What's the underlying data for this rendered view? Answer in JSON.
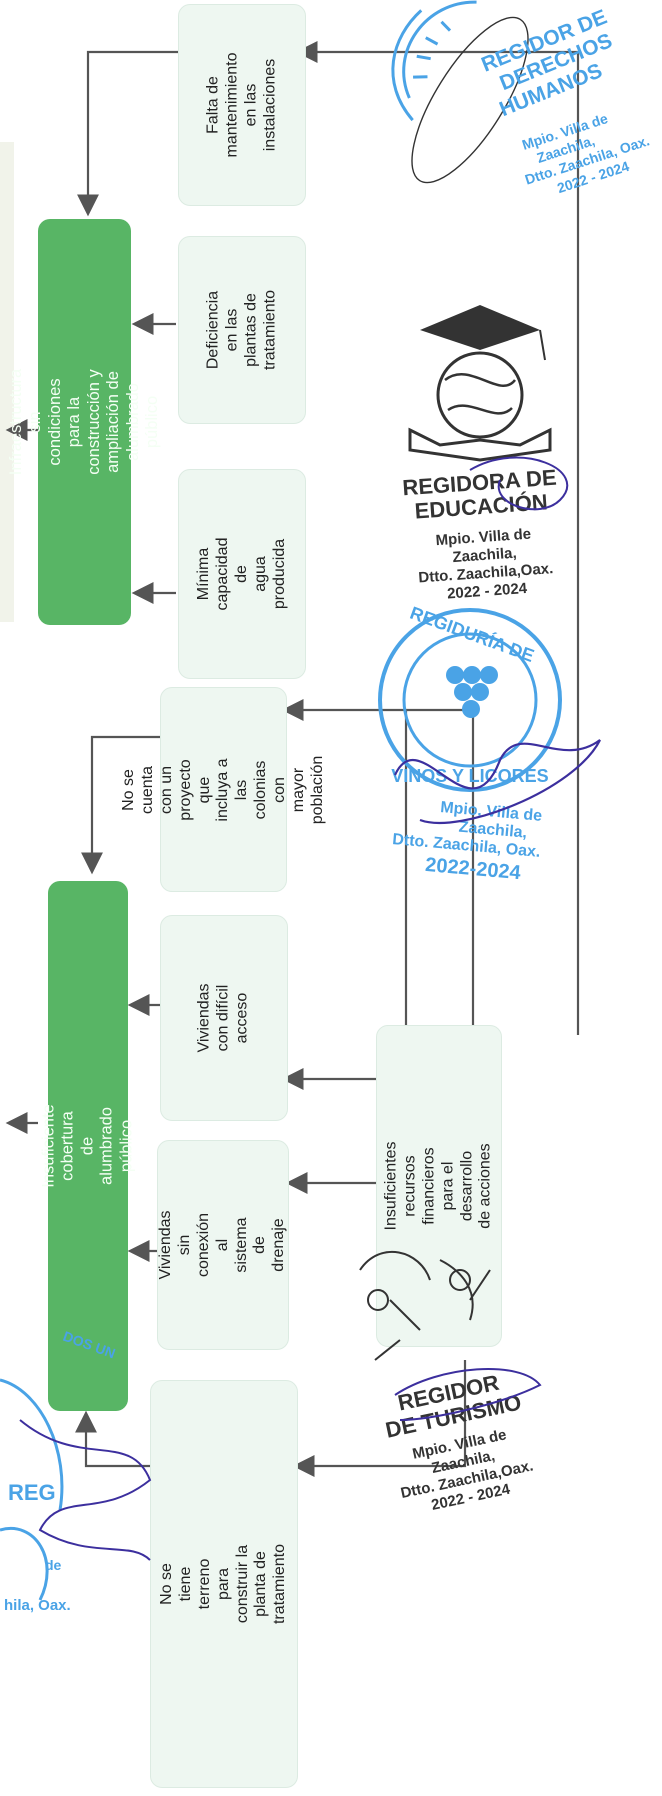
{
  "diagram": {
    "problems": [
      {
        "id": "green-top",
        "text": "Infraestructura sin condiciones para la\nconstrucción y ampliación de alumbrado público"
      },
      {
        "id": "green-bottom",
        "text": "Insuficiente cobertura de alumbrado público"
      }
    ],
    "causes": [
      {
        "id": "c1",
        "text": "Falta de mantenimiento\nen las instalaciones"
      },
      {
        "id": "c2",
        "text": "Deficiencia en las\nplantas de\ntratamiento"
      },
      {
        "id": "c3",
        "text": "Mínima capacidad de\nagua producida"
      },
      {
        "id": "c4",
        "text": "No se cuenta con un\nproyecto que incluya a\nlas colonias con\nmayor población"
      },
      {
        "id": "c5",
        "text": "Viviendas con difícil\nacceso"
      },
      {
        "id": "c6",
        "text": "Viviendas sin\nconexión al sistema\nde drenaje"
      },
      {
        "id": "c7",
        "text": "No se tiene terreno\npara construir la\nplanta de tratamiento"
      },
      {
        "id": "c8",
        "text": "Insuficientes recursos\nfinancieros para el\ndesarrollo de acciones"
      }
    ]
  },
  "stamps": [
    {
      "id": "derechos-humanos",
      "lines": [
        "REGIDOR DE",
        "DERECHOS",
        "HUMANOS",
        "Mpio. Villa de",
        "Zaachila,",
        "Dtto. Zaachila, Oax.",
        "2022 - 2024"
      ],
      "color": "#4aa3e6"
    },
    {
      "id": "educacion",
      "lines": [
        "REGIDORA DE",
        "EDUCACIÓN",
        "Mpio. Villa de",
        "Zaachila,",
        "Dtto. Zaachila,Oax.",
        "2022 - 2024"
      ],
      "color": "#333333"
    },
    {
      "id": "vinos-licores",
      "lines": [
        "REGIDURÍA DE",
        "VINOS Y LICORES",
        "Mpio. Villa de",
        "Zaachila,",
        "Dtto. Zaachila, Oax.",
        "2022-2024"
      ],
      "color": "#4aa3e6"
    },
    {
      "id": "turismo",
      "lines": [
        "REGIDOR",
        "DE TURISMO",
        "Mpio. Villa de",
        "Zaachila,",
        "Dtto. Zaachila,Oax.",
        "2022 - 2024"
      ],
      "color": "#333333"
    },
    {
      "id": "left-partial",
      "lines": [
        "DOS UN",
        "REG",
        "de",
        "hila, Oax."
      ],
      "color": "#4aa3e6"
    }
  ],
  "colors": {
    "green_box": "#58b565",
    "light_box": "#eef7f1",
    "arrow": "#555555",
    "stamp_blue": "#4aa3e6",
    "signature": "#3c2f9e"
  }
}
